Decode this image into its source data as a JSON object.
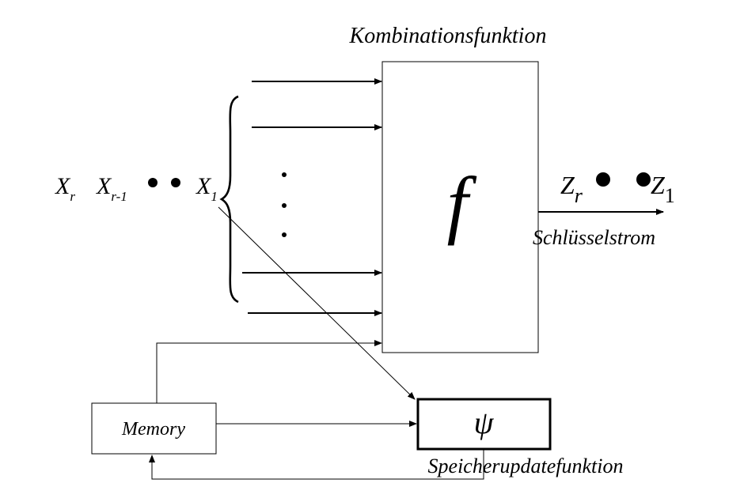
{
  "title": "Kombinationsfunktion",
  "combination_function": {
    "symbol": "f"
  },
  "inputs": {
    "x_r": {
      "base": "X",
      "sub": "r"
    },
    "x_r1": {
      "base": "X",
      "sub": "r-1"
    },
    "x_1": {
      "base": "X",
      "sub": "1"
    }
  },
  "outputs": {
    "z_r": {
      "base": "Z",
      "sub": "r"
    },
    "z_1": {
      "base": "Z",
      "sub": "1"
    },
    "label": "Schlüsselstrom"
  },
  "memory": {
    "label": "Memory"
  },
  "update_function": {
    "symbol": "ψ",
    "label": "Speicherupdatefunktion"
  },
  "colors": {
    "stroke": "#000000",
    "background": "#ffffff"
  }
}
